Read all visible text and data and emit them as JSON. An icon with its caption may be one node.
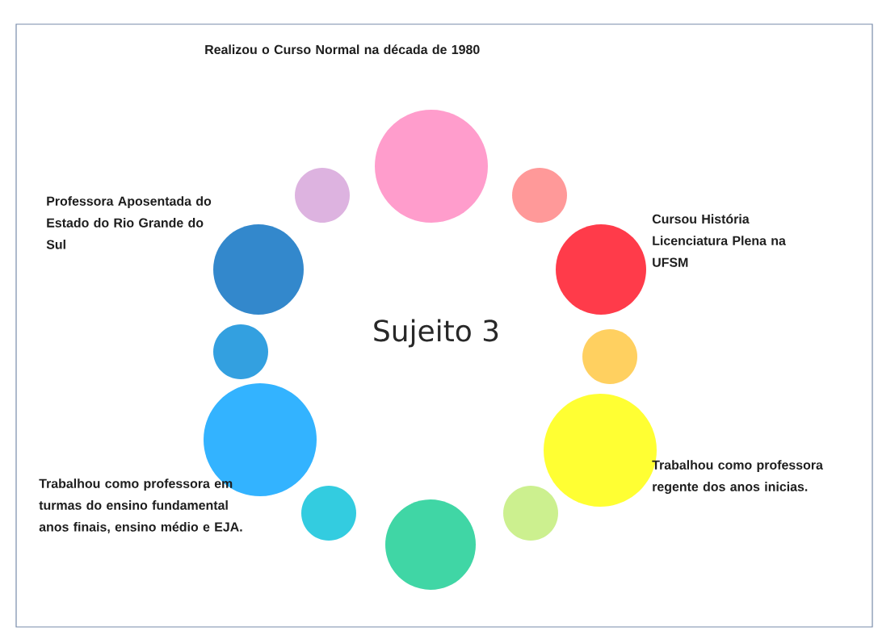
{
  "diagram": {
    "nodes": [
      {
        "text": [],
        "shape": "circle"
      },
      {
        "text": [],
        "shape": "circle"
      },
      {
        "text": [],
        "shape": "circle"
      },
      {
        "text": [],
        "shape": "circle"
      },
      {
        "text": [],
        "shape": "circle"
      },
      {
        "text": [],
        "shape": "circle"
      },
      {
        "text": [],
        "shape": "circle"
      },
      {
        "text": [],
        "shape": "circle"
      },
      {
        "text": [],
        "shape": "circle"
      },
      {
        "text": [],
        "shape": "circle"
      },
      {
        "text": [],
        "shape": "circle"
      },
      {
        "text": [],
        "shape": "circle"
      }
    ],
    "labels": [
      "Realizou o Curso Normal na década de 1980",
      "Professora Aposentada do Estado do Rio Grande do Sul",
      "Cursou História Licenciatura Plena na UFSM",
      "Sujeito 3",
      "Trabalhou como professora regente dos anos inicias.",
      "Trabalhou como professora em turmas do ensino fundamental anos finais, ensino médio e EJA."
    ]
  }
}
